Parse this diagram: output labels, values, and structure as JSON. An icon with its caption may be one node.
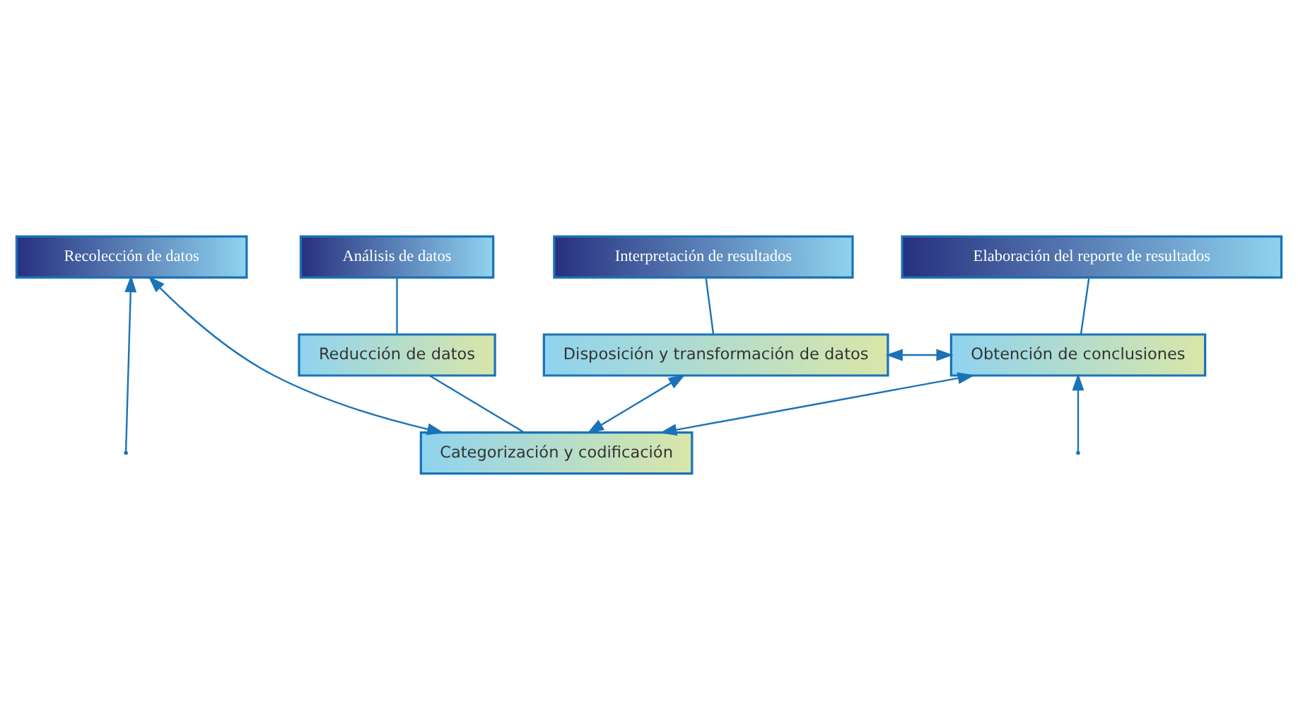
{
  "diagram": {
    "nodes": [
      {
        "text": [
          "Recolección de datos"
        ]
      },
      {
        "text": [
          "Análisis de datos"
        ]
      },
      {
        "text": [
          "Interpretación de resultados"
        ]
      },
      {
        "text": [
          "Elaboración del reporte de resultados"
        ]
      },
      {
        "text": [
          "Reducción de datos"
        ]
      },
      {
        "text": [
          "Disposición y transformación de datos"
        ]
      },
      {
        "text": [
          "Obtención de conclusiones"
        ]
      },
      {
        "text": [
          "Categorización y codificación"
        ]
      }
    ],
    "edges": [
      {
        "from": 1,
        "to": 4,
        "arrow": "none"
      },
      {
        "from": 2,
        "to": 5,
        "arrow": "none"
      },
      {
        "from": 3,
        "to": 6,
        "arrow": "none"
      },
      {
        "from": 4,
        "to": 7,
        "arrow": "none"
      },
      {
        "from": 5,
        "to": 6,
        "arrow": "both"
      },
      {
        "from": 7,
        "to": 0,
        "arrow": "both"
      },
      {
        "from": 7,
        "to": 5,
        "arrow": "both"
      },
      {
        "from": 7,
        "to": 6,
        "arrow": "both"
      },
      {
        "from": null,
        "to": 0,
        "arrow": "to"
      },
      {
        "from": null,
        "to": 6,
        "arrow": "to"
      }
    ]
  }
}
